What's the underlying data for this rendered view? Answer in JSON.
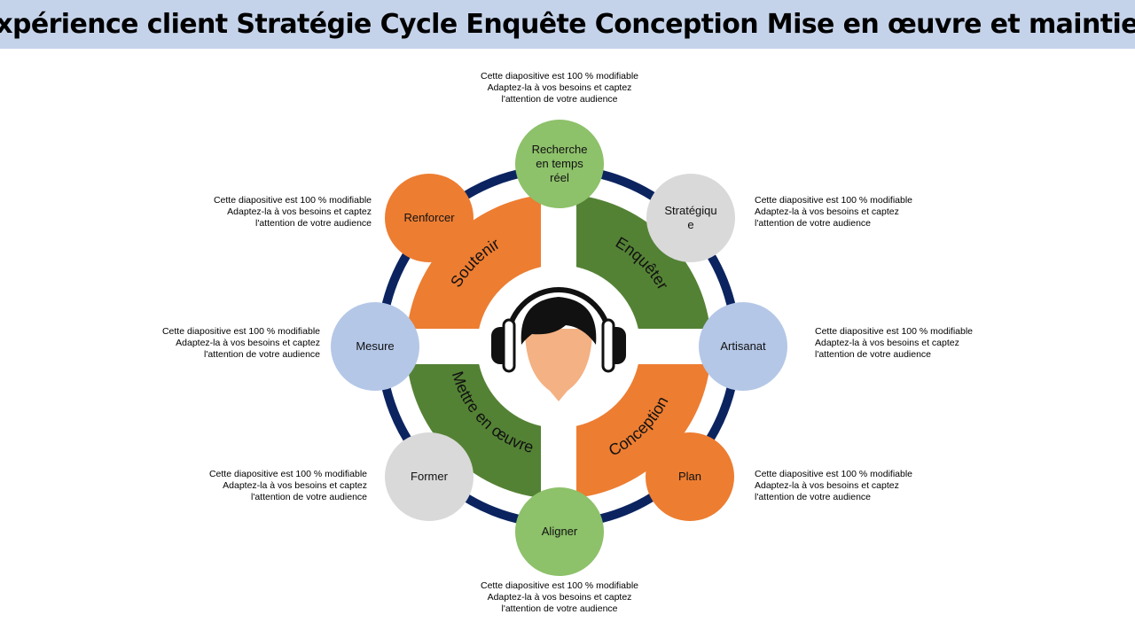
{
  "title": "Expérience client Stratégie Cycle Enquête Conception Mise en œuvre et maintien",
  "colors": {
    "orange": "#ED7D31",
    "green_dark": "#548235",
    "green_light": "#8DC16A",
    "blue_light": "#B4C7E7",
    "gray_light": "#D9D9D9",
    "navy_ring": "#0B2460",
    "title_bg": "#C5D3EA"
  },
  "quadrants": [
    {
      "label": "Soutenir",
      "color": "orange"
    },
    {
      "label": "Enquêter",
      "color": "green_dark"
    },
    {
      "label": "Conception",
      "color": "orange"
    },
    {
      "label": "Mettre en œuvre",
      "color": "green_dark"
    }
  ],
  "nodes": [
    {
      "lines": [
        "Recherche",
        "en temps",
        "réel"
      ],
      "color": "green_light"
    },
    {
      "lines": [
        "Stratégiqu",
        "e"
      ],
      "color": "gray_light"
    },
    {
      "lines": [
        "Artisanat"
      ],
      "color": "blue_light"
    },
    {
      "lines": [
        "Plan"
      ],
      "color": "orange"
    },
    {
      "lines": [
        "Aligner"
      ],
      "color": "green_light"
    },
    {
      "lines": [
        "Former"
      ],
      "color": "gray_light"
    },
    {
      "lines": [
        "Mesure"
      ],
      "color": "blue_light"
    },
    {
      "lines": [
        "Renforcer"
      ],
      "color": "orange"
    }
  ],
  "notes": [
    [
      "Cette diapositive est 100 % modifiable",
      "Adaptez-la à vos besoins et captez",
      "l'attention de votre audience"
    ],
    [
      "Cette diapositive est 100 % modifiable",
      "Adaptez-la à vos besoins et captez",
      "l'attention de votre audience"
    ],
    [
      "Cette diapositive est 100 % modifiable",
      "Adaptez-la à vos besoins et captez",
      "l'attention de votre audience"
    ],
    [
      "Cette diapositive est 100 % modifiable",
      "Adaptez-la à vos besoins et captez",
      "l'attention de votre audience"
    ],
    [
      "Cette diapositive est 100 % modifiable",
      "Adaptez-la à vos besoins et captez",
      "l'attention de votre audience"
    ],
    [
      "Cette diapositive est 100 % modifiable",
      "Adaptez-la à vos besoins et captez",
      "l'attention de votre audience"
    ],
    [
      "Cette diapositive est 100 % modifiable",
      "Adaptez-la à vos besoins et captez",
      "l'attention de votre audience"
    ],
    [
      "Cette diapositive est 100 % modifiable",
      "Adaptez-la à vos besoins et captez",
      "l'attention de votre audience"
    ]
  ],
  "center_icon": "headset-person-icon"
}
